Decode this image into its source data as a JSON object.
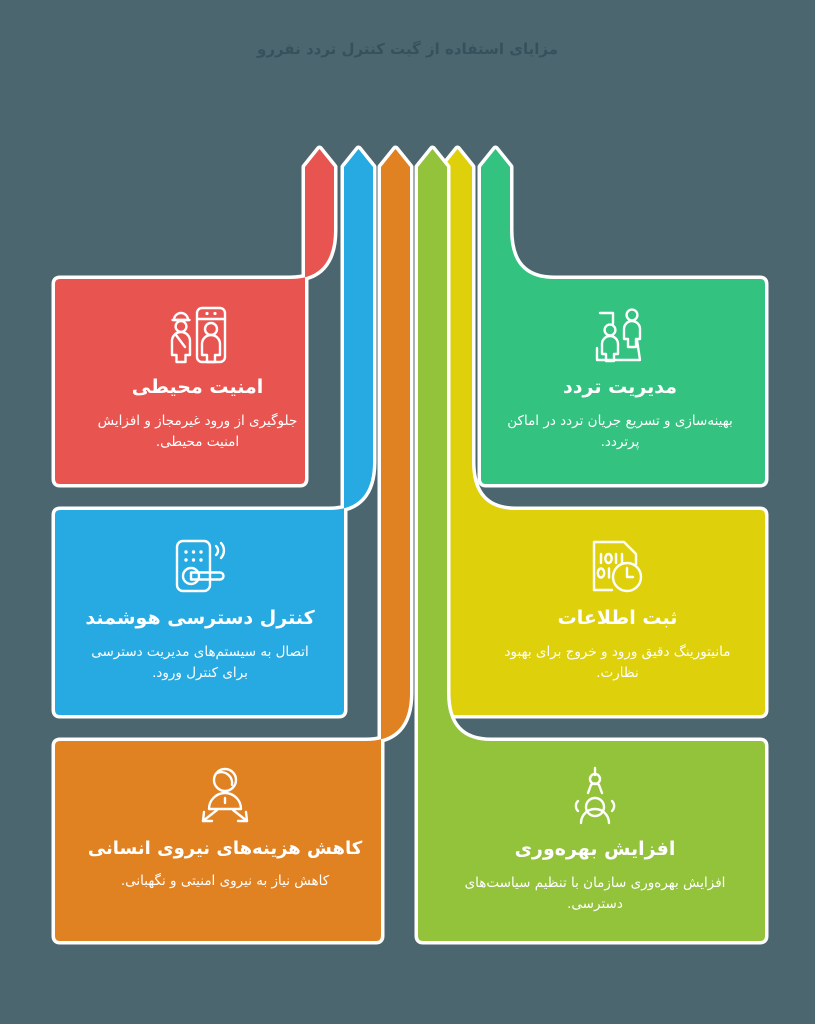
{
  "page": {
    "title": "مزایای استفاده از گیت کنترل تردد نفررو",
    "background_color": "#4c6670",
    "page_background": "#ffffff",
    "title_color": "#36515c",
    "text_color": "#ffffff",
    "outline_color": "#ffffff"
  },
  "arrows": [
    {
      "name": "arrow-red",
      "color": "#e8544f",
      "target": "card-environmental-security"
    },
    {
      "name": "arrow-blue",
      "color": "#27a9e1",
      "target": "card-smart-access-control"
    },
    {
      "name": "arrow-orange",
      "color": "#e08122",
      "target": "card-staff-cost-reduction"
    },
    {
      "name": "arrow-lgreen",
      "color": "#93c23b",
      "target": "card-productivity-increase"
    },
    {
      "name": "arrow-yellow",
      "color": "#dfd00c",
      "target": "card-data-logging"
    },
    {
      "name": "arrow-green",
      "color": "#33c27f",
      "target": "card-traffic-management"
    }
  ],
  "cards": [
    {
      "id": "card-environmental-security",
      "color": "#e8544f",
      "icon": "security-gate-scanner-icon",
      "title": "امنیت محیطی",
      "description": "جلوگیری از ورود غیرمجاز و افزایش امنیت محیطی."
    },
    {
      "id": "card-traffic-management",
      "color": "#33c27f",
      "icon": "people-turnstile-icon",
      "title": "مدیریت تردد",
      "description": "بهینه‌سازی و تسریع جریان تردد در اماکن پرتردد."
    },
    {
      "id": "card-smart-access-control",
      "color": "#27a9e1",
      "icon": "smart-door-lock-icon",
      "title": "کنترل دسترسی هوشمند",
      "description": "اتصال به سیستم‌های مدیریت دسترسی برای کنترل ورود."
    },
    {
      "id": "card-data-logging",
      "color": "#dfd00c",
      "icon": "binary-document-clock-icon",
      "title": "ثبت اطلاعات",
      "description": "مانیتورینگ دقیق ورود و خروج برای بهبود نظارت."
    },
    {
      "id": "card-staff-cost-reduction",
      "color": "#e08122",
      "icon": "person-cost-reduction-icon",
      "title": "کاهش هزینه‌های نیروی انسانی",
      "description": "کاهش نیاز به نیروی امنیتی و نگهبانی."
    },
    {
      "id": "card-productivity-increase",
      "color": "#93c23b",
      "icon": "productivity-team-icon",
      "title": "افزایش بهره‌وری",
      "description": "افزایش بهره‌وری سازمان با تنظیم سیاست‌های دسترسی."
    }
  ]
}
